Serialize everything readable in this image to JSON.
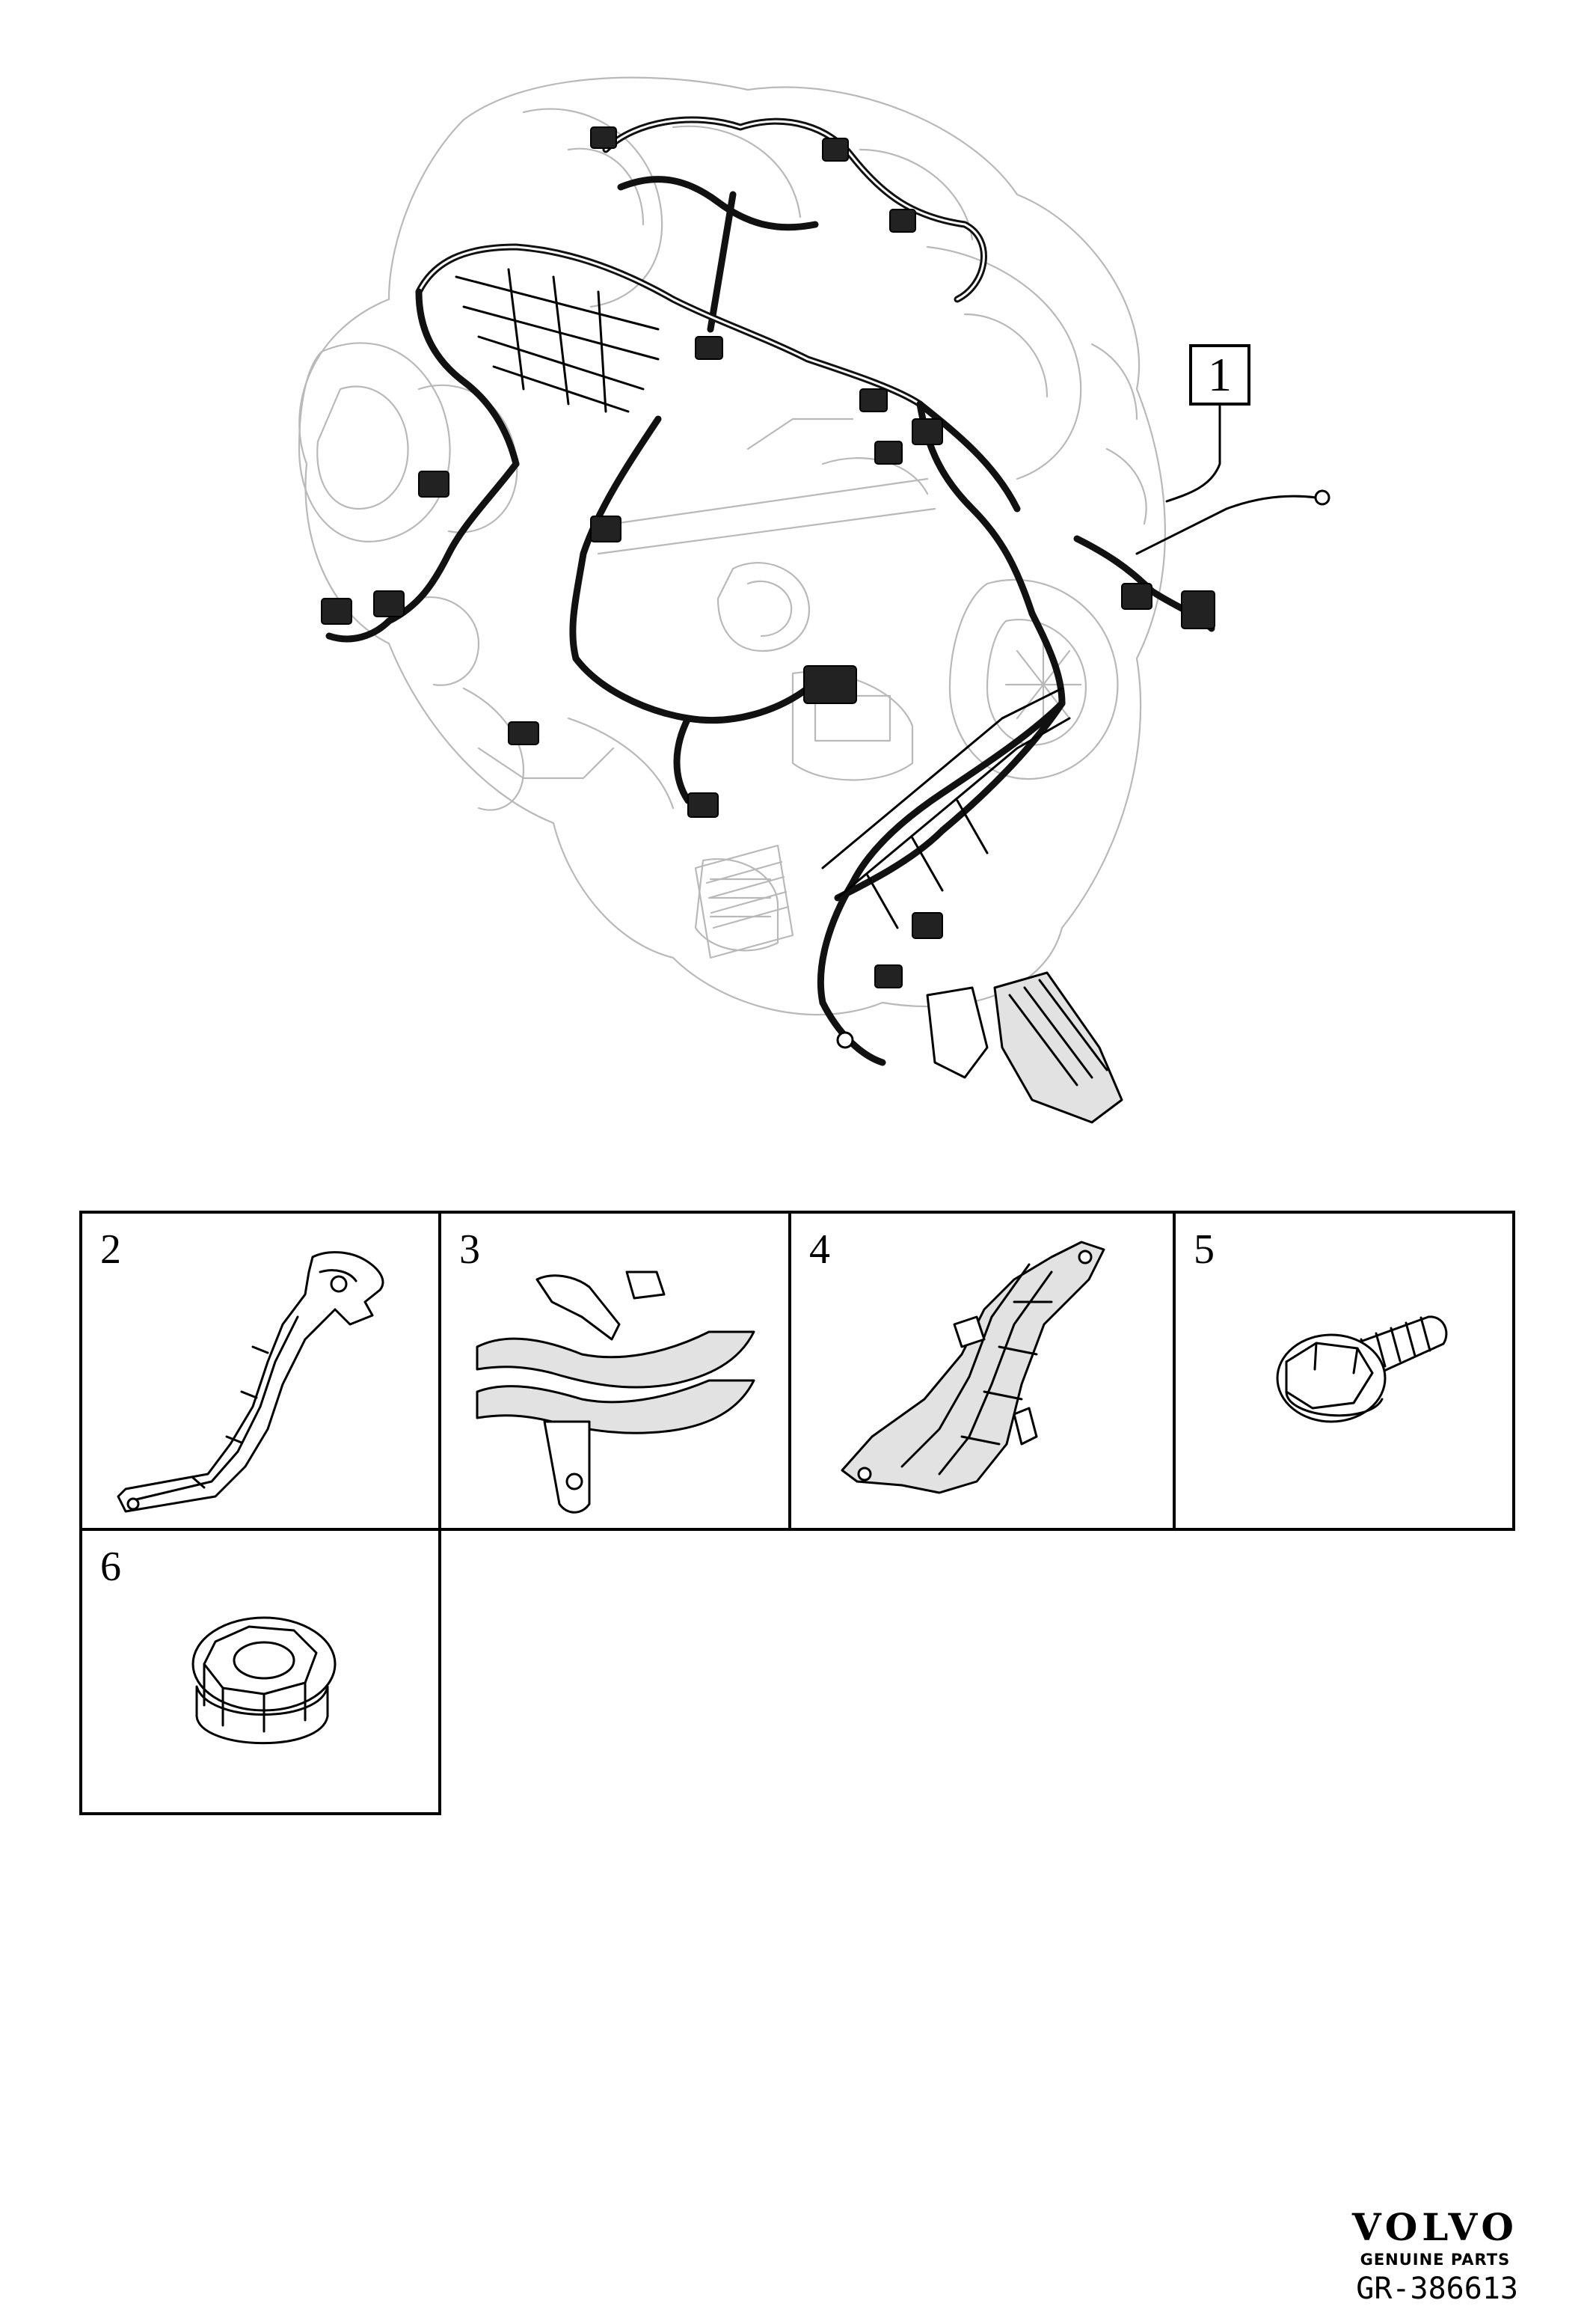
{
  "diagram": {
    "main_callout": "1",
    "parts": [
      {
        "number": "2",
        "name": "harness-bracket-icon"
      },
      {
        "number": "3",
        "name": "cable-clip-icon"
      },
      {
        "number": "4",
        "name": "control-module-bracket-icon"
      },
      {
        "number": "5",
        "name": "flange-bolt-icon"
      },
      {
        "number": "6",
        "name": "flange-nut-icon"
      }
    ]
  },
  "brand": {
    "logo": "VOLVO",
    "tagline": "GENUINE PARTS",
    "drawing_code": "GR-386613"
  },
  "colors": {
    "line": "#000000",
    "engine_line": "#b9b9b9",
    "background": "#ffffff"
  }
}
